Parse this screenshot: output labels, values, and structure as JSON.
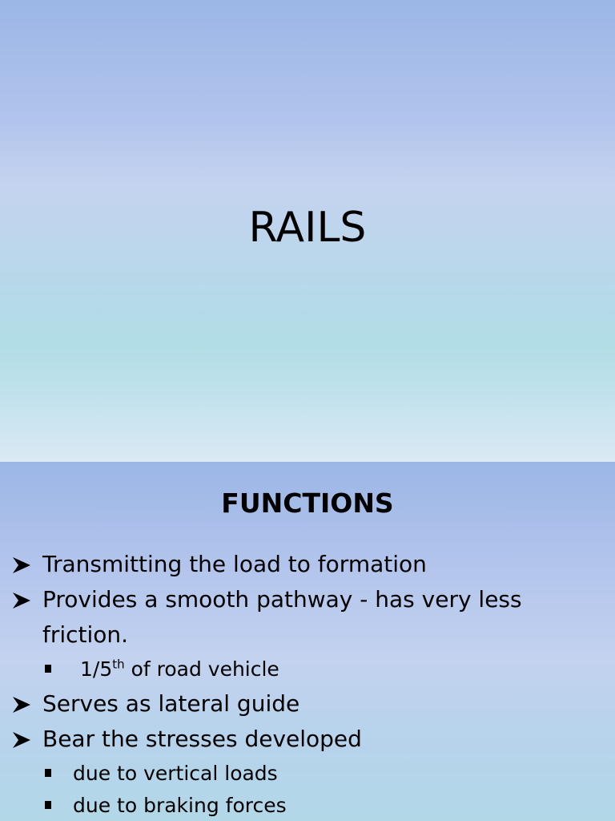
{
  "slide1": {
    "title": "RAILS"
  },
  "slide2": {
    "title": "FUNCTIONS",
    "bullets": [
      {
        "text": "Transmitting the load to formation"
      },
      {
        "line1": "Provides a smooth pathway - has very less",
        "line2": "friction."
      },
      {
        "text": "Serves as lateral guide"
      },
      {
        "text": "Bear the stresses developed"
      }
    ],
    "sub_bullets": [
      {
        "text_pre": "1/5",
        "text_sup": "th",
        "text_post": " of road vehicle"
      },
      {
        "text": "due to vertical loads"
      },
      {
        "text": "due to braking forces"
      }
    ]
  },
  "colors": {
    "text": "#000000",
    "background_top": "#9cb6e6",
    "background_mid": "#b1dde6"
  },
  "icons": {
    "bullet": "arrowhead-bullet-icon",
    "sub_bullet": "square-bullet-icon"
  }
}
